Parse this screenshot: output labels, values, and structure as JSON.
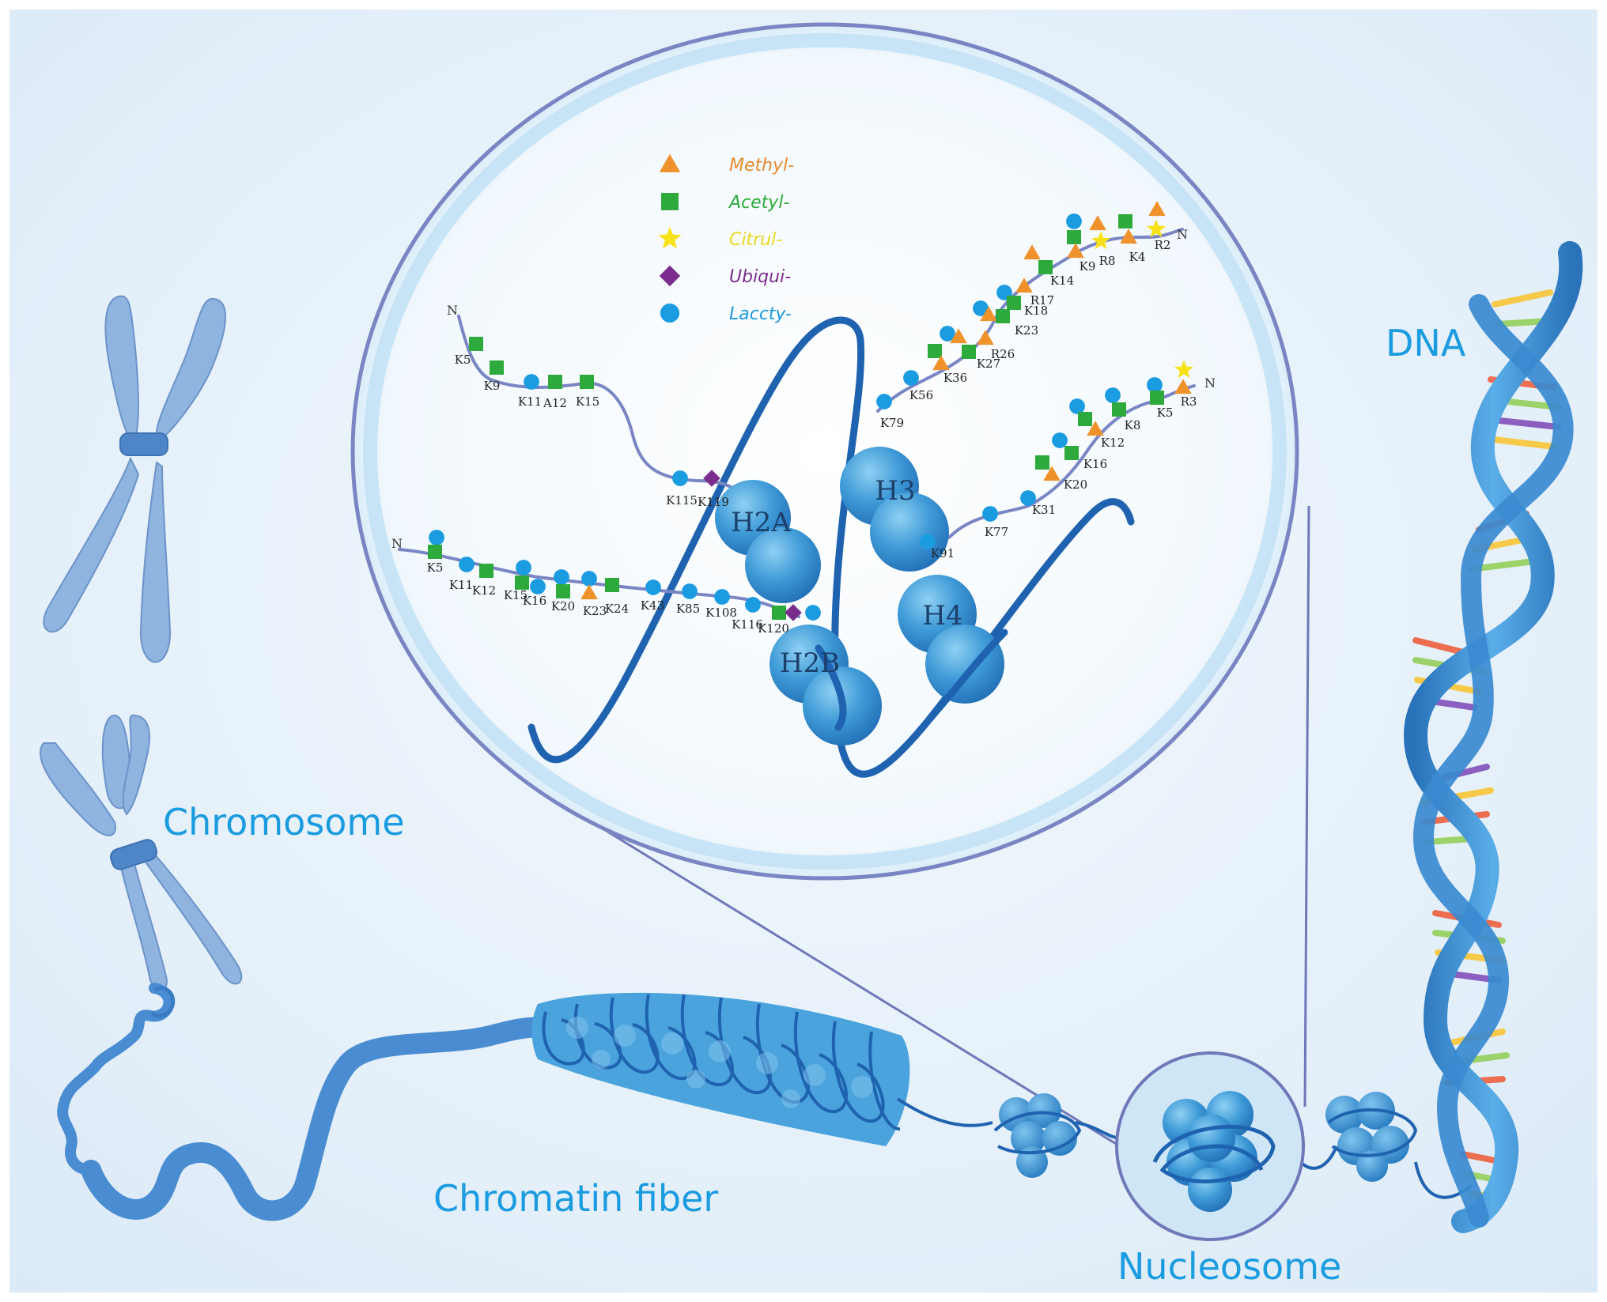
{
  "labels": {
    "chromosome": "Chromosome",
    "chromatin": "Chromatin fiber",
    "nucleosome": "Nucleosome",
    "dna": "DNA"
  },
  "legend": [
    {
      "shape": "triangle",
      "label": "Methyl-",
      "color": "#f0922b"
    },
    {
      "shape": "square",
      "label": "Acetyl-",
      "color": "#2eaa3c"
    },
    {
      "shape": "star",
      "label": "Citrul-",
      "color": "#f7e21a"
    },
    {
      "shape": "diamond",
      "label": "Ubiqui-",
      "color": "#7a2d8c"
    },
    {
      "shape": "circle",
      "label": "Laccty-",
      "color": "#1b9be0"
    }
  ],
  "legend_label_colors": [
    "#e68a2e",
    "#2eaa3c",
    "#e8d820",
    "#7a2d8c",
    "#1b9be0"
  ],
  "histones": [
    "H2A",
    "H3",
    "H2B",
    "H4"
  ],
  "terminus": "N",
  "residues": {
    "h2a": [
      "K5",
      "K9",
      "K11",
      "A12",
      "K15",
      "K115",
      "K119"
    ],
    "h2b": [
      "K5",
      "K11",
      "K12",
      "K15",
      "K16",
      "K20",
      "K23",
      "K24",
      "K43",
      "K85",
      "K108",
      "K116",
      "K120"
    ],
    "h3": [
      "K4",
      "R2",
      "K9",
      "R8",
      "K14",
      "R17",
      "K18",
      "K23",
      "R26",
      "K27",
      "K36",
      "K56",
      "K79"
    ],
    "h4": [
      "R3",
      "K5",
      "K8",
      "K12",
      "K16",
      "K20",
      "K31",
      "K77",
      "K91"
    ]
  },
  "colors": {
    "label_blue": "#1b9be0",
    "membrane": "#7a86c4",
    "dna_dark": "#1f63b0",
    "histone": "#4aa3dc",
    "chromosome": "#8fb4e0"
  }
}
